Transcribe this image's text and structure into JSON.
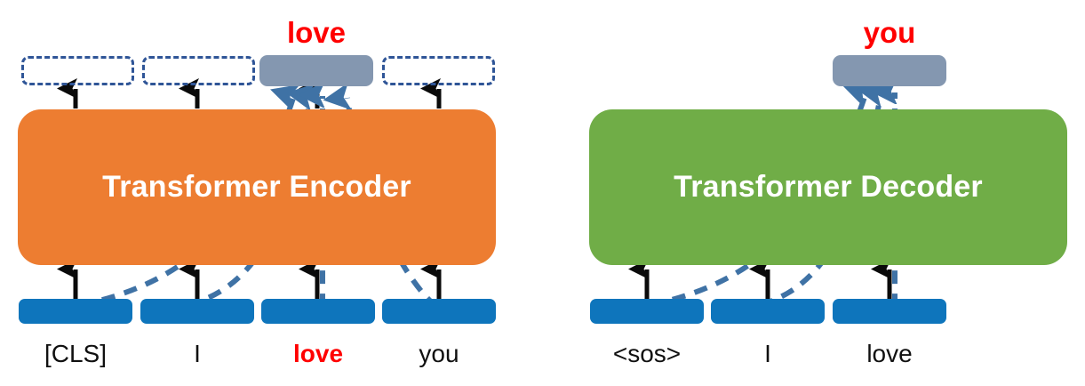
{
  "figure": {
    "title_left": "Transformer Encoder",
    "title_right": "Transformer Decoder"
  },
  "colors": {
    "encoder": "#ED7D31",
    "decoder": "#70AD47",
    "token": "#0E75BC",
    "gray_output": "#8497B0",
    "dashed_blue": "#3F72A5",
    "highlight_red": "#FF0000",
    "black": "#0A0A0A",
    "white": "#FFFFFF"
  },
  "encoder": {
    "label": "Transformer Encoder",
    "output_word": "love",
    "output_slots": [
      {
        "name": "slot-cls",
        "state": "empty"
      },
      {
        "name": "slot-i",
        "state": "empty"
      },
      {
        "name": "slot-love",
        "state": "filled"
      },
      {
        "name": "slot-you",
        "state": "empty"
      }
    ],
    "input_tokens": [
      {
        "label": "[CLS]",
        "highlight": false
      },
      {
        "label": "I",
        "highlight": false
      },
      {
        "label": "love",
        "highlight": true
      },
      {
        "label": "you",
        "highlight": false
      }
    ]
  },
  "decoder": {
    "label": "Transformer Decoder",
    "output_word": "you",
    "output_slots": [
      {
        "name": "slot-you",
        "state": "filled"
      }
    ],
    "input_tokens": [
      {
        "label": "<sos>",
        "highlight": false
      },
      {
        "label": "I",
        "highlight": false
      },
      {
        "label": "love",
        "highlight": false
      }
    ]
  }
}
